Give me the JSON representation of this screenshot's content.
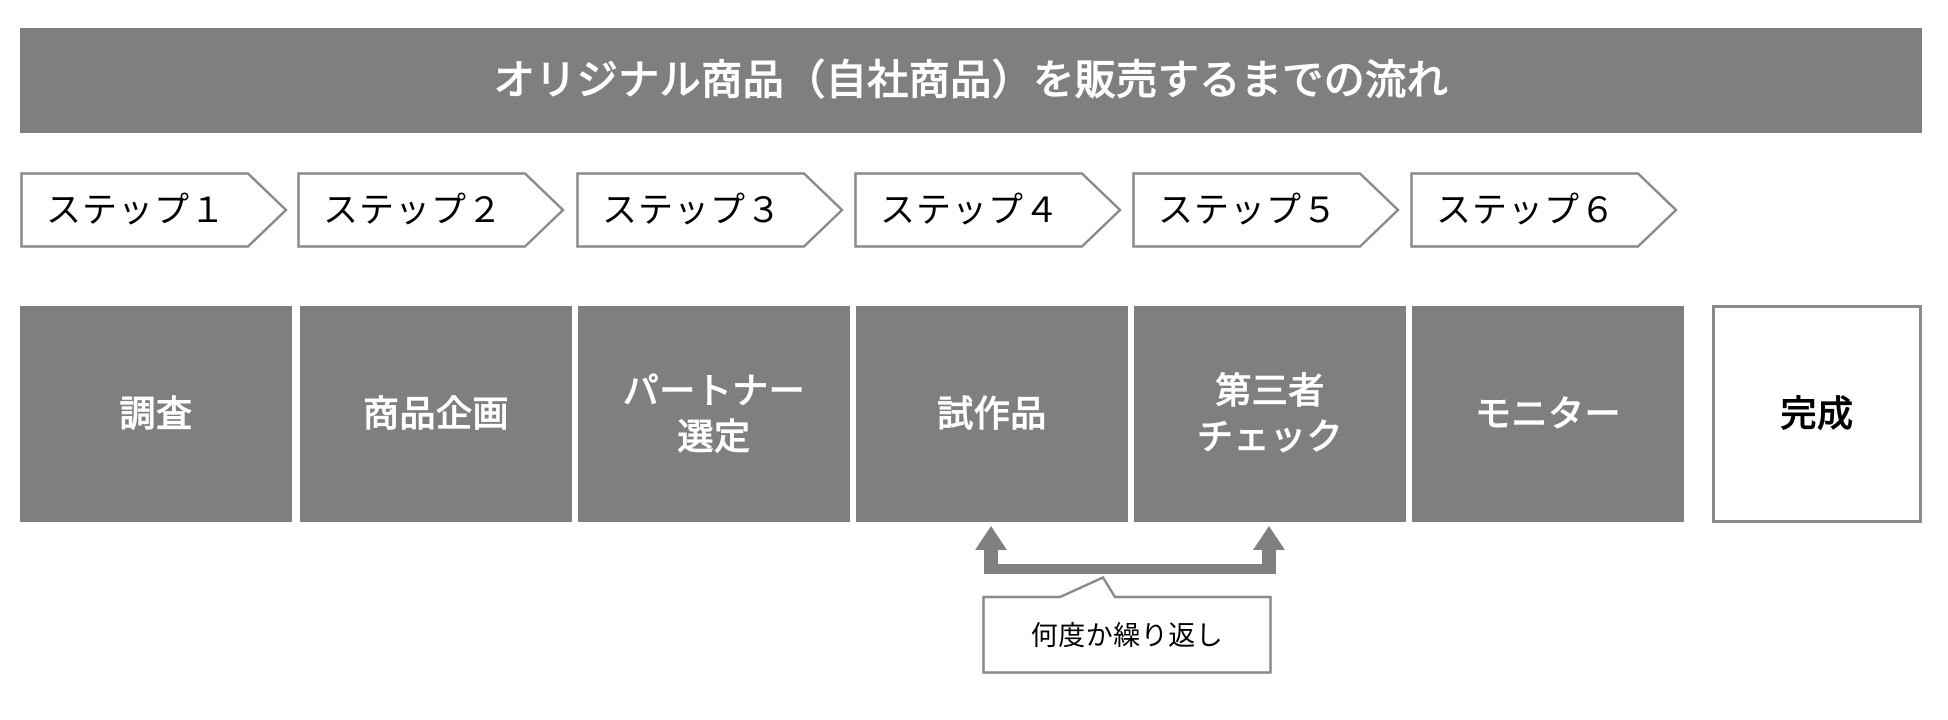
{
  "title": {
    "text": "オリジナル商品（自社商品）を販売するまでの流れ",
    "background_color": "#7f7f7f",
    "text_color": "#ffffff"
  },
  "steps": [
    {
      "label": "ステップ１"
    },
    {
      "label": "ステップ２"
    },
    {
      "label": "ステップ３"
    },
    {
      "label": "ステップ４"
    },
    {
      "label": "ステップ５"
    },
    {
      "label": "ステップ６"
    }
  ],
  "stages": [
    {
      "label": "調査",
      "style": "filled"
    },
    {
      "label": "商品企画",
      "style": "filled"
    },
    {
      "label": "パートナー\n選定",
      "style": "filled"
    },
    {
      "label": "試作品",
      "style": "filled"
    },
    {
      "label": "第三者\nチェック",
      "style": "filled"
    },
    {
      "label": "モニター",
      "style": "filled"
    },
    {
      "label": "完成",
      "style": "outlined"
    }
  ],
  "loop": {
    "callout_text": "何度か繰り返し",
    "from_stage": "第三者\nチェック",
    "to_stage": "試作品"
  },
  "colors": {
    "fill_gray": "#7f7f7f",
    "line_gray": "#8a8a8a",
    "arrow_gray": "#808080",
    "text_dark": "#000000",
    "text_light": "#ffffff",
    "background": "#ffffff"
  }
}
